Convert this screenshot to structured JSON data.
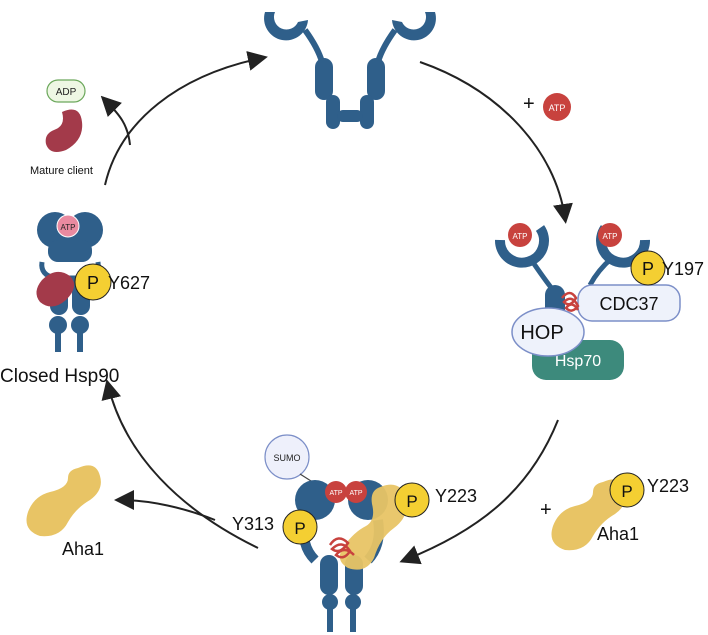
{
  "labels": {
    "plus_atp": "+",
    "atp": "ATP",
    "adp": "ADP",
    "mature_client": "Mature client",
    "closed_hsp90": "Closed Hsp90",
    "p": "P",
    "y627": "Y627",
    "y197": "Y197",
    "cdc37": "CDC37",
    "hop": "HOP",
    "hsp70": "Hsp70",
    "sumo": "SUMO",
    "y313": "Y313",
    "y223_center": "Y223",
    "y223_right": "Y223",
    "aha1_left": "Aha1",
    "aha1_right": "Aha1",
    "plus_aha1": "+"
  },
  "colors": {
    "hsp90": "#2f5f8a",
    "atp": "#c8423e",
    "adp": "#eef7e4",
    "client": "#a33a4a",
    "phospho": "#f4cf32",
    "aha1": "#e8c465",
    "cdc37": "#eef2fb",
    "hsp70": "#3d8a7c",
    "sumo": "#eef0fb",
    "arrow": "#222222"
  }
}
